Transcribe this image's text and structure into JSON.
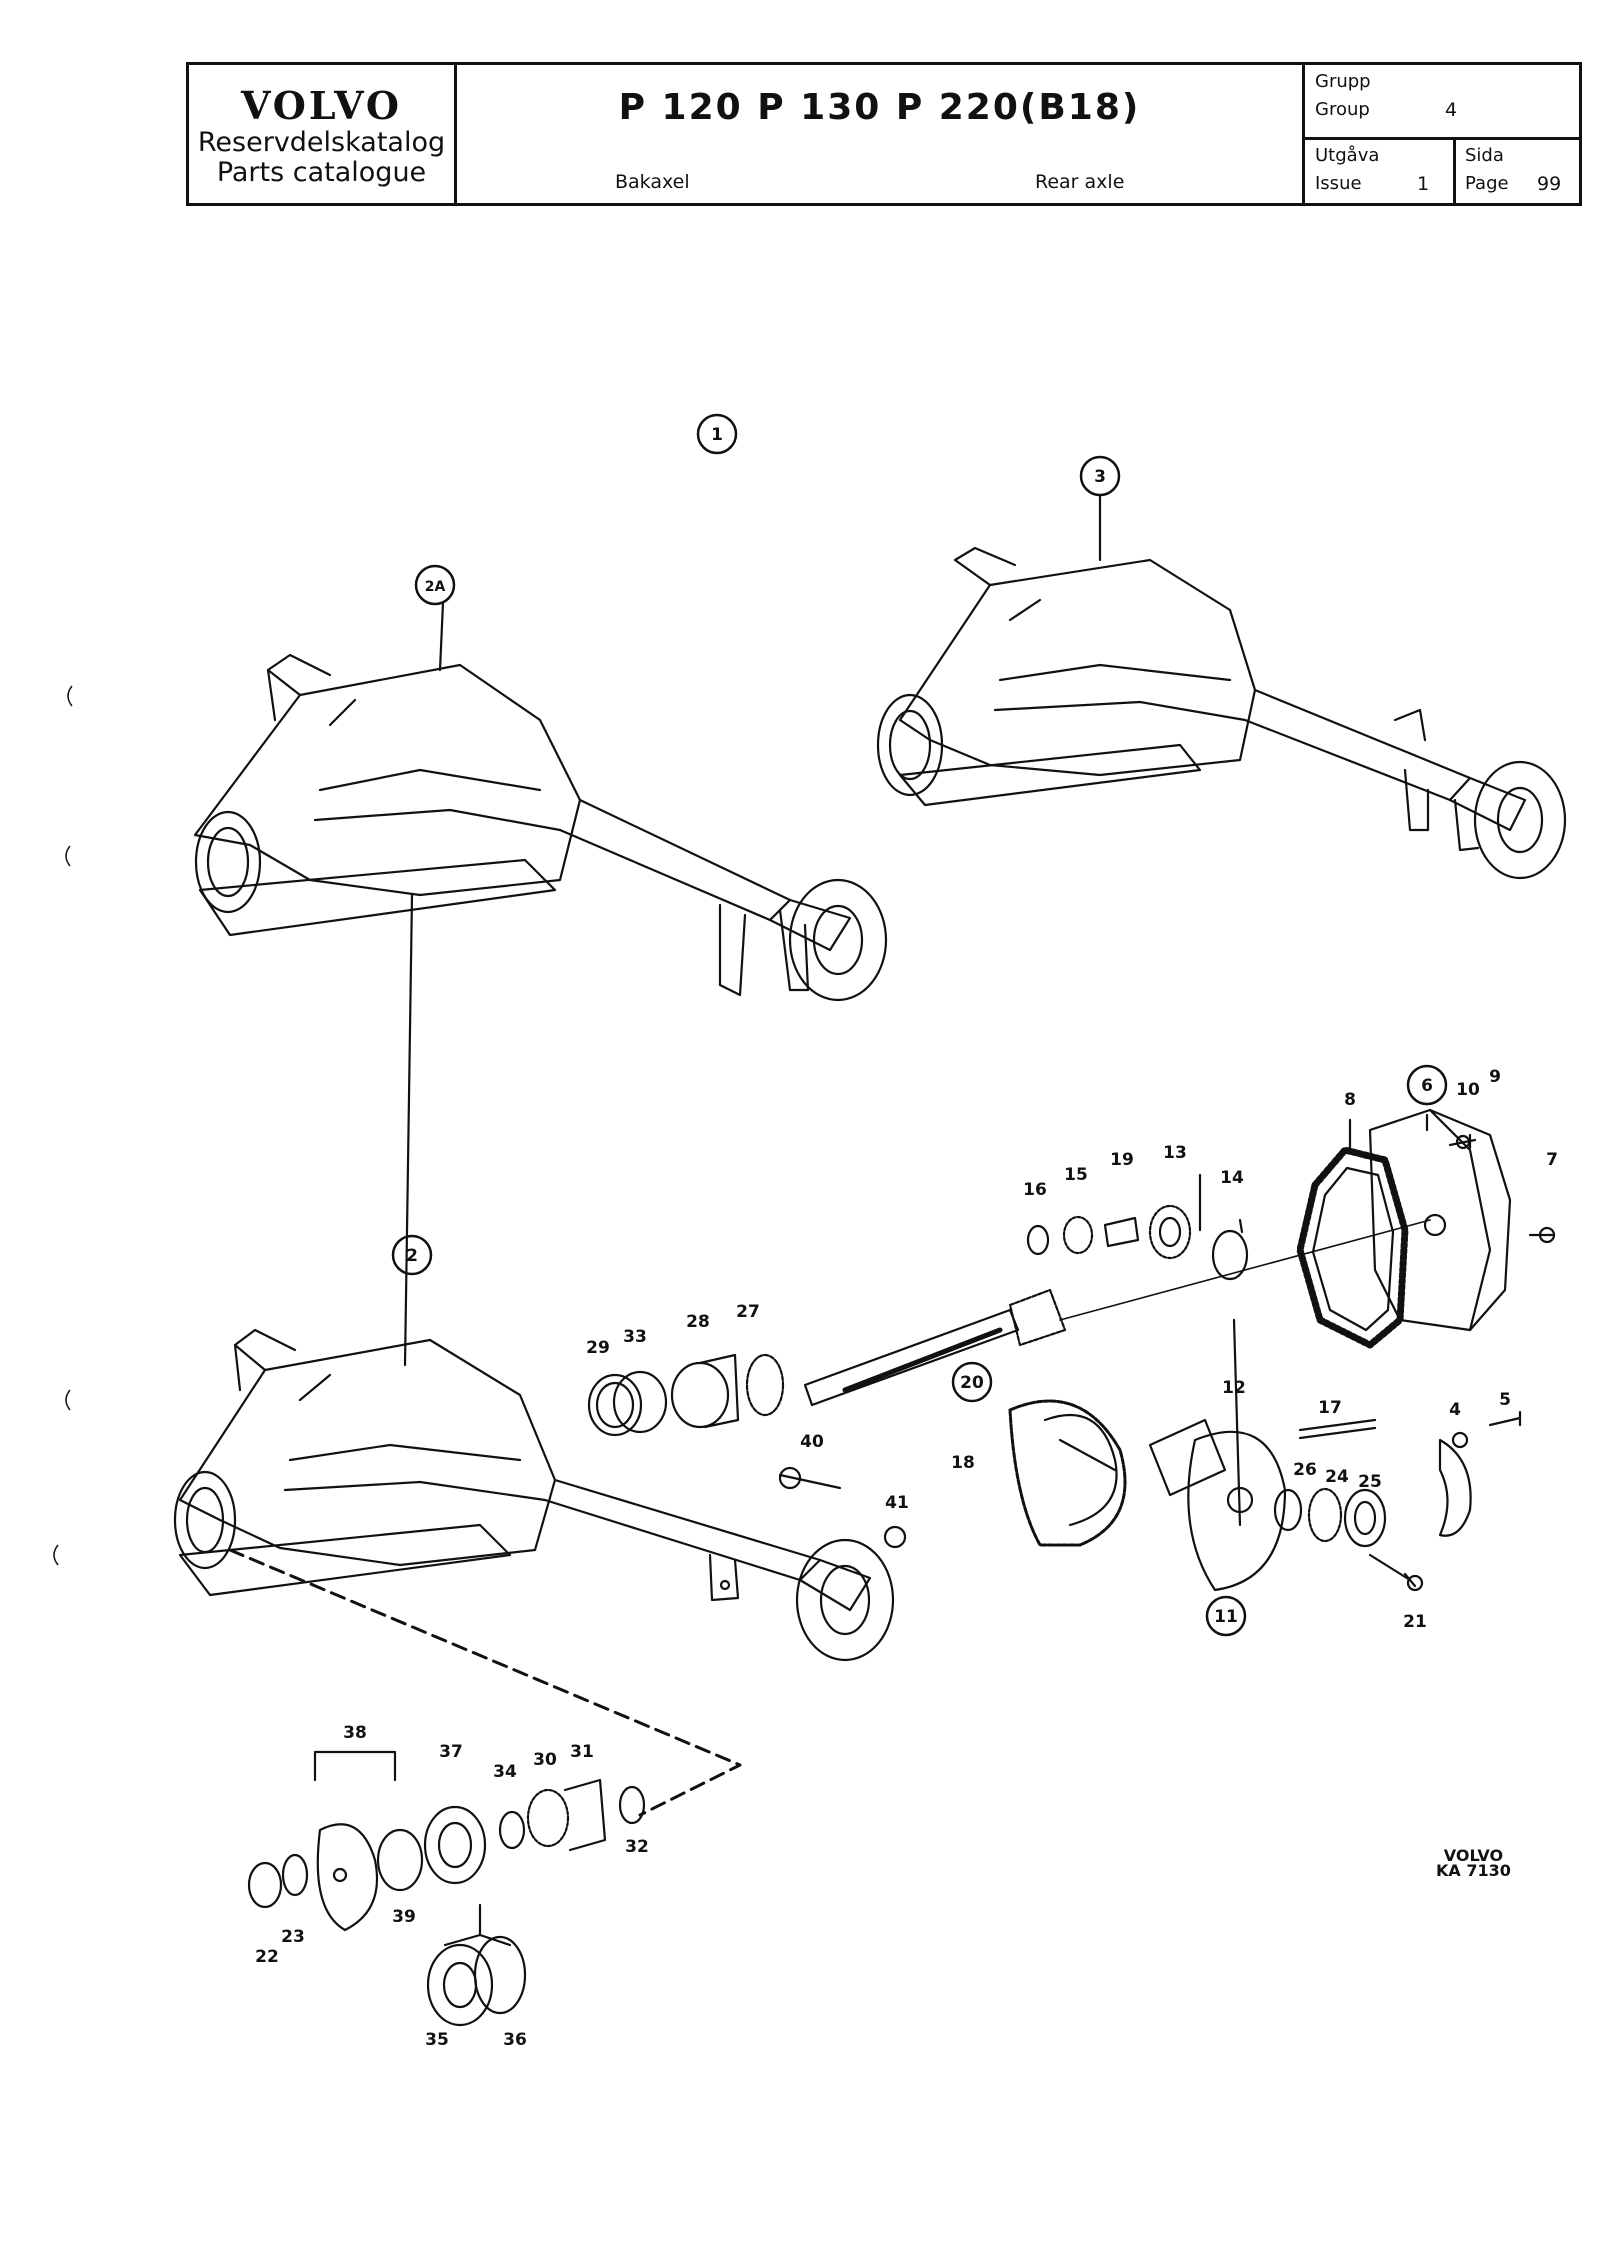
{
  "header": {
    "brand": "VOLVO",
    "subtitle_sv": "Reservdelskatalog",
    "subtitle_en": "Parts catalogue",
    "models": "P 120  P 130  P 220(B18)",
    "section_sv": "Bakaxel",
    "section_en": "Rear axle",
    "group_label_sv": "Grupp",
    "group_label_en": "Group",
    "group_value": "4",
    "issue_label_sv": "Utgåva",
    "issue_label_en": "Issue",
    "issue_value": "1",
    "page_label_sv": "Sida",
    "page_label_en": "Page",
    "page_value": "99"
  },
  "callouts": [
    "1",
    "2A",
    "3",
    "2",
    "6",
    "10",
    "9",
    "8",
    "7",
    "16",
    "15",
    "19",
    "13",
    "14",
    "29",
    "33",
    "28",
    "27",
    "20",
    "12",
    "17",
    "4",
    "5",
    "40",
    "18",
    "26",
    "24",
    "25",
    "41",
    "11",
    "21",
    "38",
    "37",
    "34",
    "30",
    "31",
    "32",
    "22",
    "23",
    "39",
    "35",
    "36"
  ],
  "circled": [
    "1",
    "2A",
    "3",
    "2",
    "6",
    "20",
    "11"
  ],
  "footer_ref": {
    "brand": "VOLVO",
    "code": "KA 7130"
  }
}
